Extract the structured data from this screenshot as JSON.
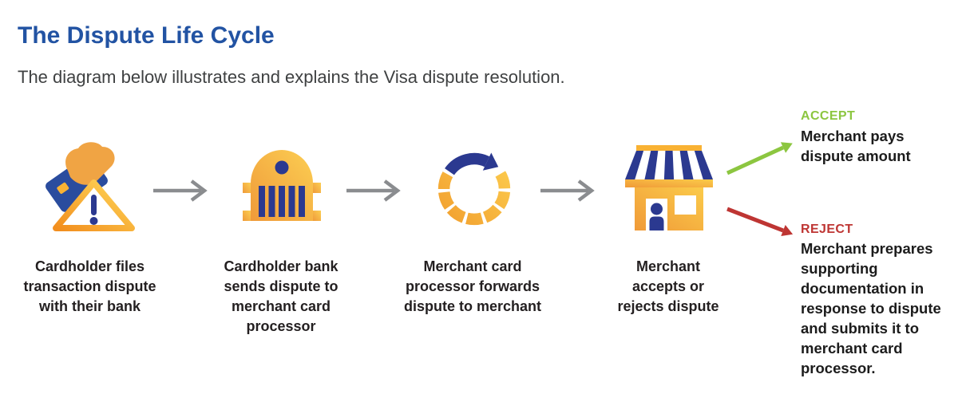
{
  "header": {
    "title": "The Dispute Life Cycle",
    "subtitle": "The diagram below illustrates and explains the Visa dispute resolution."
  },
  "steps": [
    {
      "icon": "card-dispute-icon",
      "label": "Cardholder files\ntransaction dispute\nwith their bank"
    },
    {
      "icon": "bank-icon",
      "label": "Cardholder bank\nsends dispute to\nmerchant card\nprocessor"
    },
    {
      "icon": "cycle-arrow-icon",
      "label": "Merchant card\nprocessor forwards\ndispute to merchant"
    },
    {
      "icon": "storefront-icon",
      "label": "Merchant\naccepts or\nrejects dispute"
    }
  ],
  "connectors": [
    "flow-arrow",
    "flow-arrow",
    "flow-arrow"
  ],
  "outcomes": {
    "accept": {
      "heading": "ACCEPT",
      "text": "Merchant pays\ndispute amount"
    },
    "reject": {
      "heading": "REJECT",
      "text": "Merchant prepares\nsupporting\ndocumentation in\nresponse to dispute\nand submits it to\nmerchant card\nprocessor."
    }
  },
  "colors": {
    "title_blue": "#2253A3",
    "subtitle_gray": "#3F4142",
    "label_dark": "#231F20",
    "navy": "#2B3990",
    "card_blue": "#2A4C9E",
    "gold": "#F9B233",
    "orange": "#F09A38",
    "yellow_light": "#FBCE52",
    "accept_green": "#8CC640",
    "reject_red": "#BE3533",
    "connector_gray": "#8A8C8F"
  }
}
